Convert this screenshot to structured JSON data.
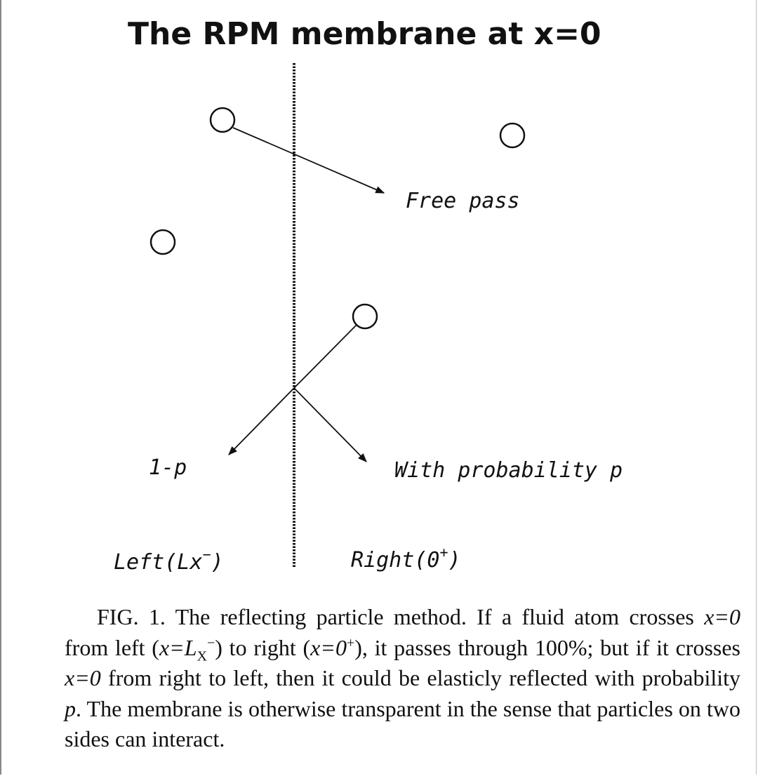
{
  "figure": {
    "title": "The RPM membrane at x=0",
    "labels": {
      "free_pass": "Free pass",
      "one_minus_p": "1-p",
      "with_probability": "With probability p",
      "left": "Left(Lx",
      "left_sup": "−",
      "left_close": ")",
      "right": "Right(0",
      "right_sup": "+",
      "right_close": ")"
    }
  },
  "caption": {
    "fig": "FIG. 1.",
    "text1": " The reflecting particle method. If a fluid atom crosses ",
    "x0a": "x=0",
    "text2": " from left (",
    "xeq": "x=L",
    "lsub": "X",
    "lsup": "−",
    "text3": ") to right (",
    "x0p": "x=0",
    "psup": "+",
    "text4": "), it passes through 100%; but if it crosses ",
    "x0b": "x=0",
    "text5": " from right to left, then it could be elasticly reflected with probability ",
    "p": "p",
    "text6": ". The membrane is otherwise transparent in the sense that particles on two sides can interact."
  }
}
